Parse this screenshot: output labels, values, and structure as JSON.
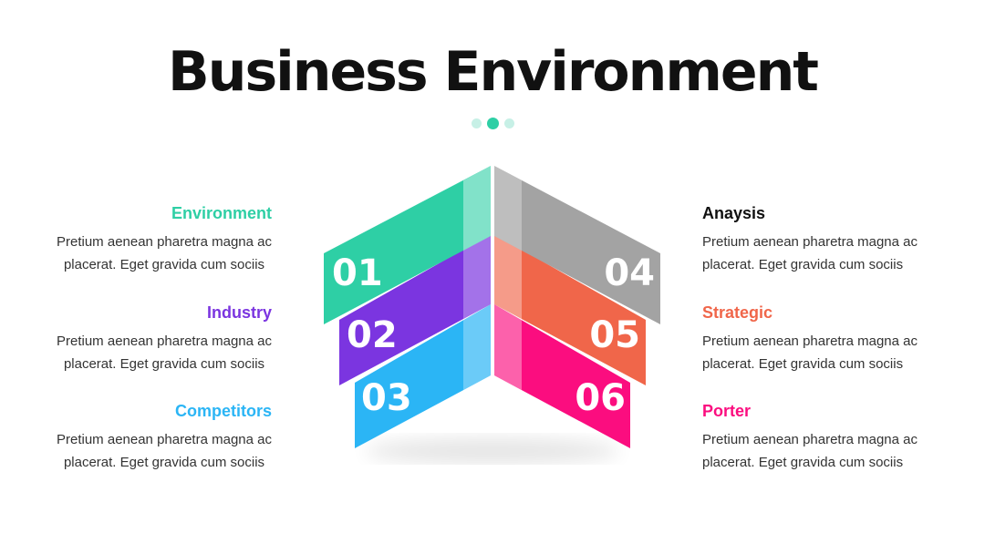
{
  "title": "Business Environment",
  "colors": {
    "green": "#2ecfa5",
    "purple": "#7b35e0",
    "blue": "#2bb5f5",
    "gray": "#a3a3a3",
    "orange": "#f0664a",
    "pink": "#fb0d7f"
  },
  "steps": [
    {
      "number": "01",
      "label": "Environment",
      "text1": "Pretium aenean pharetra magna ac",
      "text2": "placerat. Eget gravida cum sociis",
      "color": "#2ecfa5"
    },
    {
      "number": "02",
      "label": "Industry",
      "text1": "Pretium aenean pharetra magna ac",
      "text2": "placerat. Eget gravida cum sociis",
      "color": "#7b35e0"
    },
    {
      "number": "03",
      "label": "Competitors",
      "text1": "Pretium aenean pharetra magna ac",
      "text2": "placerat. Eget gravida cum sociis",
      "color": "#2bb5f5"
    },
    {
      "number": "04",
      "label": "Anaysis",
      "text1": "Pretium aenean pharetra magna ac",
      "text2": "placerat. Eget gravida cum sociis",
      "color": "#111111"
    },
    {
      "number": "05",
      "label": "Strategic",
      "text1": "Pretium aenean pharetra magna ac",
      "text2": "placerat. Eget gravida cum sociis",
      "color": "#f0664a"
    },
    {
      "number": "06",
      "label": "Porter",
      "text1": "Pretium aenean pharetra magna ac",
      "text2": "placerat. Eget gravida cum sociis",
      "color": "#fb0d7f"
    }
  ]
}
